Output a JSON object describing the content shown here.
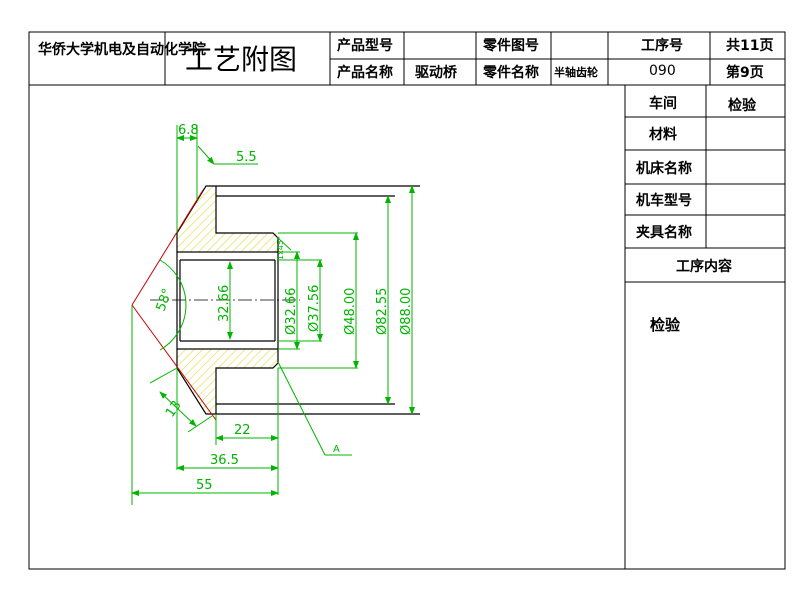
{
  "title_block": {
    "school": "华侨大学机电及自动化学院",
    "drawing_title": "工艺附图",
    "product_model_label": "产品型号",
    "product_model_value": "",
    "product_name_label": "产品名称",
    "product_name_value": "驱动桥",
    "part_drawing_no_label": "零件图号",
    "part_drawing_no_value": "",
    "part_name_label": "零件名称",
    "part_name_value": "半轴齿轮",
    "process_no_label": "工序号",
    "process_no_value": "090",
    "total_pages": "共11页",
    "page_no": "第9页"
  },
  "side_table": {
    "workshop_label": "车间",
    "workshop_value": "检验",
    "material_label": "材料",
    "material_value": "",
    "machine_name_label": "机床名称",
    "machine_name_value": "",
    "machine_model_label": "机车型号",
    "machine_model_value": "",
    "fixture_name_label": "夹具名称",
    "fixture_name_value": "",
    "process_content_label": "工序内容",
    "process_content_value": "检验"
  },
  "dimensions": {
    "width_6_8": "6.8",
    "chamfer_5_5": "5.5",
    "small_chamfer": "1x45°",
    "d_32_66_center": "32.66",
    "d_32_66": "Ø32.66",
    "d_37_56": "Ø37.56",
    "d_48": "Ø48.00",
    "d_82_55": "Ø82.55",
    "d_88": "Ø88.00",
    "angle_58": "58°",
    "face_13": "13",
    "length_22": "22",
    "length_36_5": "36.5",
    "length_55": "55",
    "reference_a": "A"
  },
  "colors": {
    "border": "#000000",
    "dimension": "#00b400",
    "cone": "#cc0000",
    "hatch": "#e6dd55"
  }
}
